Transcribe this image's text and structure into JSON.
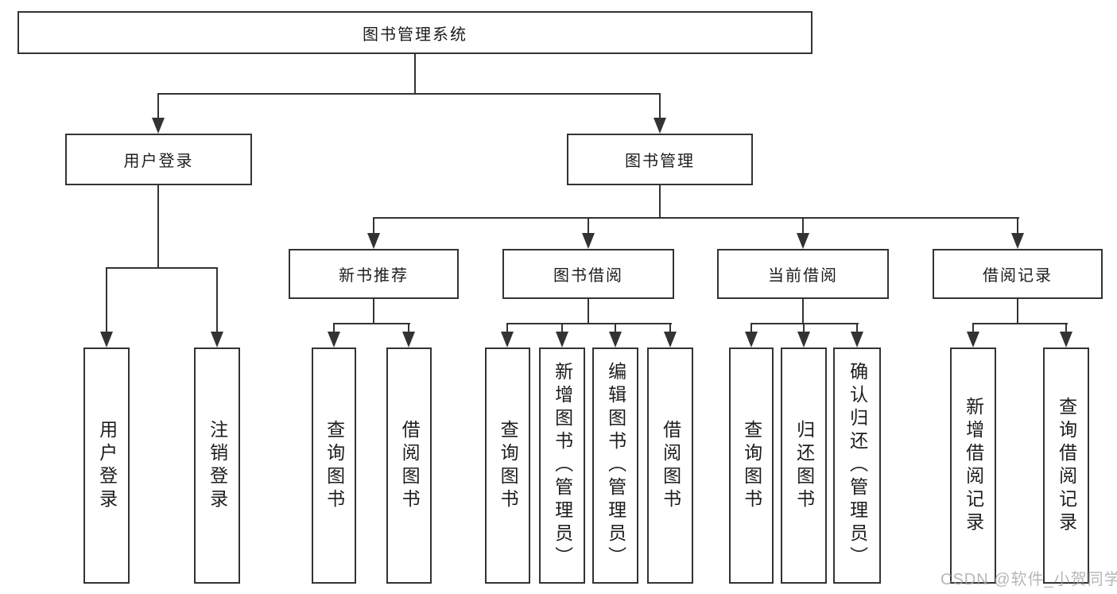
{
  "diagram": {
    "root": {
      "label": "图书管理系统"
    },
    "level2": [
      {
        "label": "用户登录",
        "children": [
          {
            "label": "用户登录"
          },
          {
            "label": "注销登录"
          }
        ]
      },
      {
        "label": "图书管理",
        "children": [
          {
            "label": "新书推荐",
            "children": [
              {
                "label": "查询图书"
              },
              {
                "label": "借阅图书"
              }
            ]
          },
          {
            "label": "图书借阅",
            "children": [
              {
                "label": "查询图书"
              },
              {
                "label": "新增图书（管理员）"
              },
              {
                "label": "编辑图书（管理员）"
              },
              {
                "label": "借阅图书"
              }
            ]
          },
          {
            "label": "当前借阅",
            "children": [
              {
                "label": "查询图书"
              },
              {
                "label": "归还图书"
              },
              {
                "label": "确认归还（管理员）"
              }
            ]
          },
          {
            "label": "借阅记录",
            "children": [
              {
                "label": "新增借阅记录"
              },
              {
                "label": "查询借阅记录"
              }
            ]
          }
        ]
      }
    ]
  },
  "watermark": {
    "text": "CSDN @软件_小贺同学"
  },
  "colors": {
    "line": "#333333",
    "text": "#1d1d1d",
    "watermark": "#a6a6a6"
  }
}
